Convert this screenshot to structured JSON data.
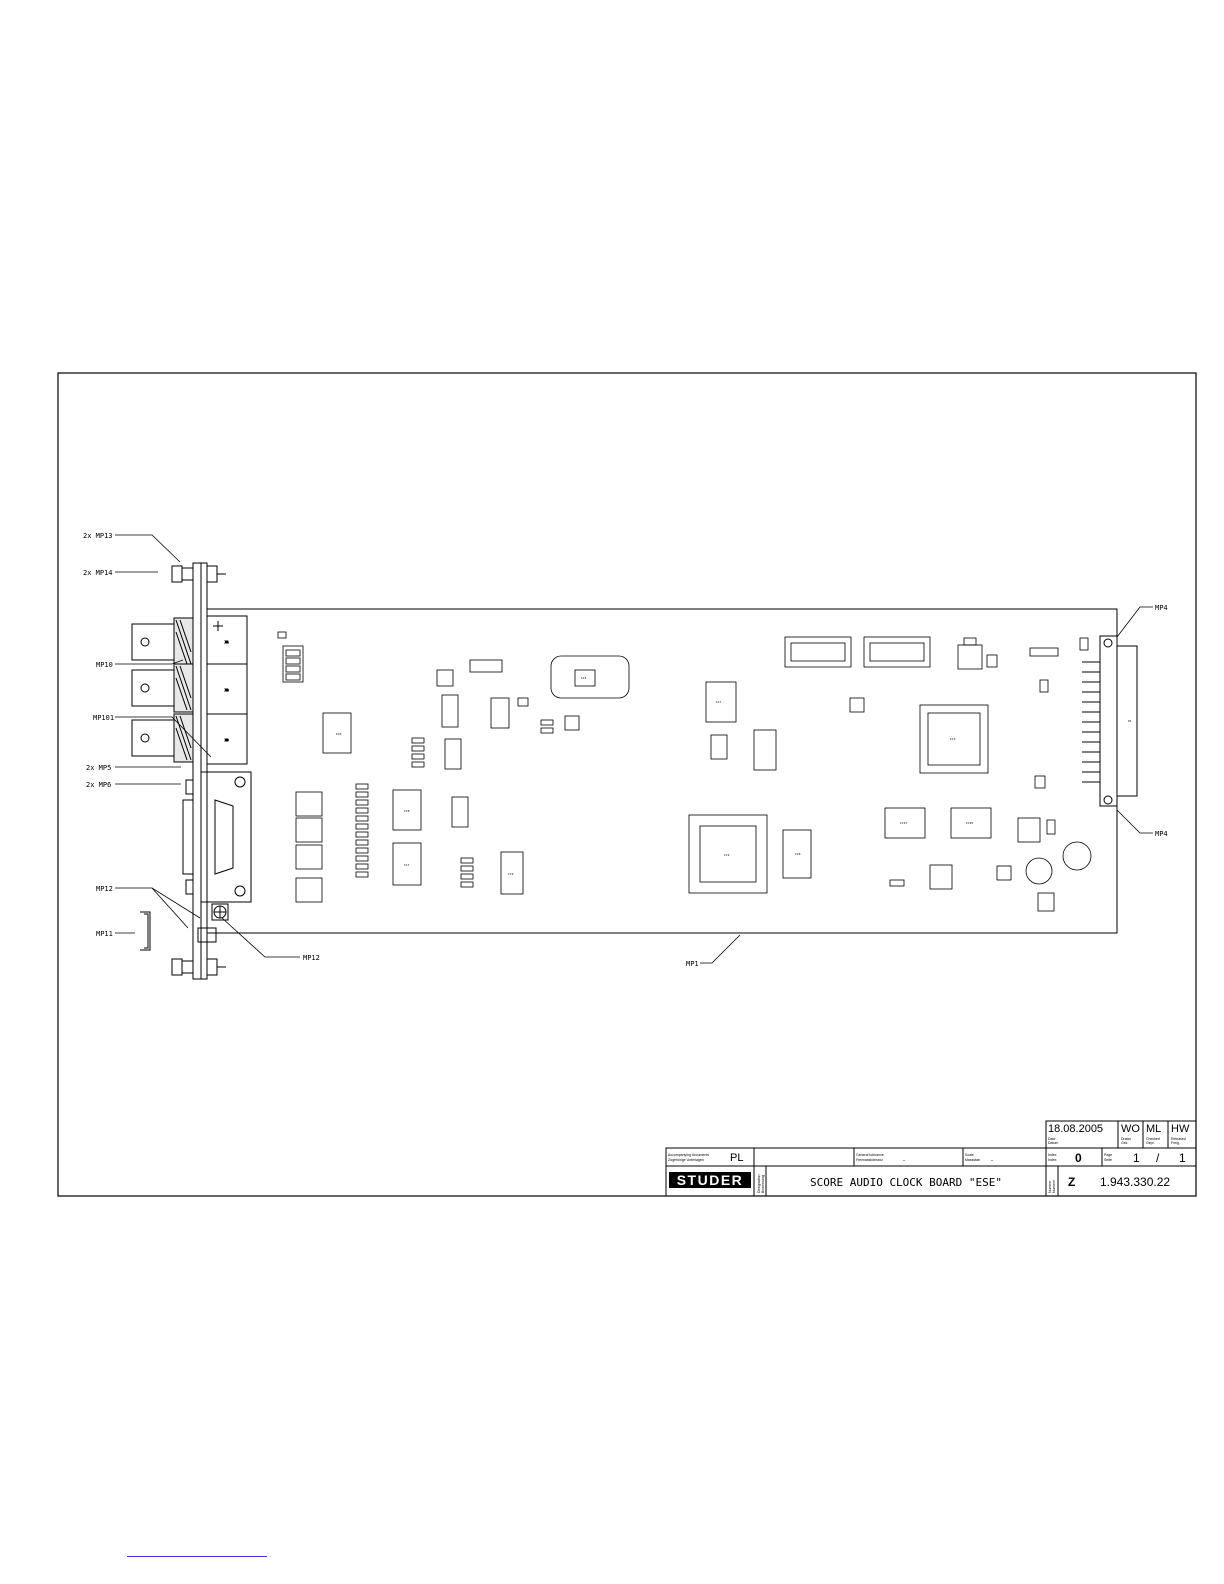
{
  "callouts": {
    "mp13": "2x MP13",
    "mp14": "2x MP14",
    "mp10": "MP10",
    "mp101": "MP101",
    "mp5": "2x MP5",
    "mp6": "2x MP6",
    "mp12_left": "MP12",
    "mp11": "MP11",
    "mp12_bottom": "MP12",
    "mp1": "MP1",
    "mp4_top": "MP4",
    "mp4_bottom": "MP4"
  },
  "title_block": {
    "date": "18.08.2005",
    "drawn_by": "WO",
    "checked_by": "ML",
    "released_by": "HW",
    "accompanying_docs_label_1": "Accompanying documents",
    "accompanying_docs_label_2": "Zugehörige Unterlagen",
    "accompanying_docs_value": "PL",
    "general_tolerance_label_1": "General tolerance",
    "general_tolerance_label_2": "Freimasstoleranz",
    "general_tolerance_value": "-",
    "scale_label_1": "Scale",
    "scale_label_2": "Massstab",
    "scale_value": "-",
    "index_label_1": "Index",
    "index_label_2": "Index",
    "index_value": "0",
    "page_label_1": "Page",
    "page_label_2": "Seite",
    "page_value": "1",
    "page_sep": "/",
    "page_total": "1",
    "brand": "STUDER",
    "designation_label_1": "Designation",
    "designation_label_2": "Benennung",
    "title": "SCORE AUDIO CLOCK BOARD \"ESE\"",
    "number_label_1": "Number",
    "number_label_2": "Nummer",
    "doc_type": "Z",
    "drawing_number": "1.943.330.22",
    "date_label_1": "Date",
    "date_label_2": "Datum",
    "drawn_label_1": "Drawn",
    "drawn_label_2": "Gez.",
    "checked_label_1": "Checked",
    "checked_label_2": "Gepr.",
    "released_label_1": "Released",
    "released_label_2": "Freig."
  }
}
